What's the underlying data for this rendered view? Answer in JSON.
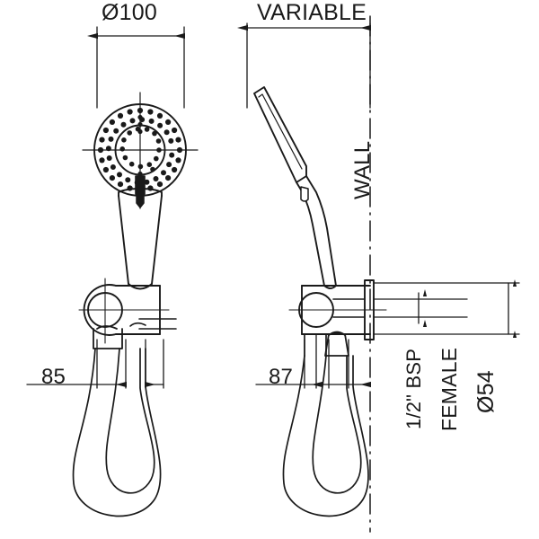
{
  "drawing": {
    "type": "technical-drawing",
    "subject": "Hand shower with wall bracket and hose",
    "views": [
      "front-elevation",
      "side-elevation"
    ],
    "line_color": "#1a1a1a",
    "background_color": "#ffffff"
  },
  "dimensions": {
    "diameter_head": "Ø100",
    "variable": "VARIABLE",
    "offset_front": "85",
    "offset_side": "87",
    "diameter_flange": "Ø54"
  },
  "annotations": {
    "wall": "WALL",
    "thread_size": "1/2\" BSP",
    "thread_type": "FEMALE"
  },
  "chart_data": {
    "type": "table",
    "title": "Hand shower dimensional drawing",
    "categories": [
      "Ø100",
      "VARIABLE",
      "85",
      "87",
      "Ø54"
    ],
    "values": [
      100,
      null,
      85,
      87,
      54
    ],
    "notes": [
      "WALL",
      "1/2\" BSP",
      "FEMALE"
    ]
  }
}
